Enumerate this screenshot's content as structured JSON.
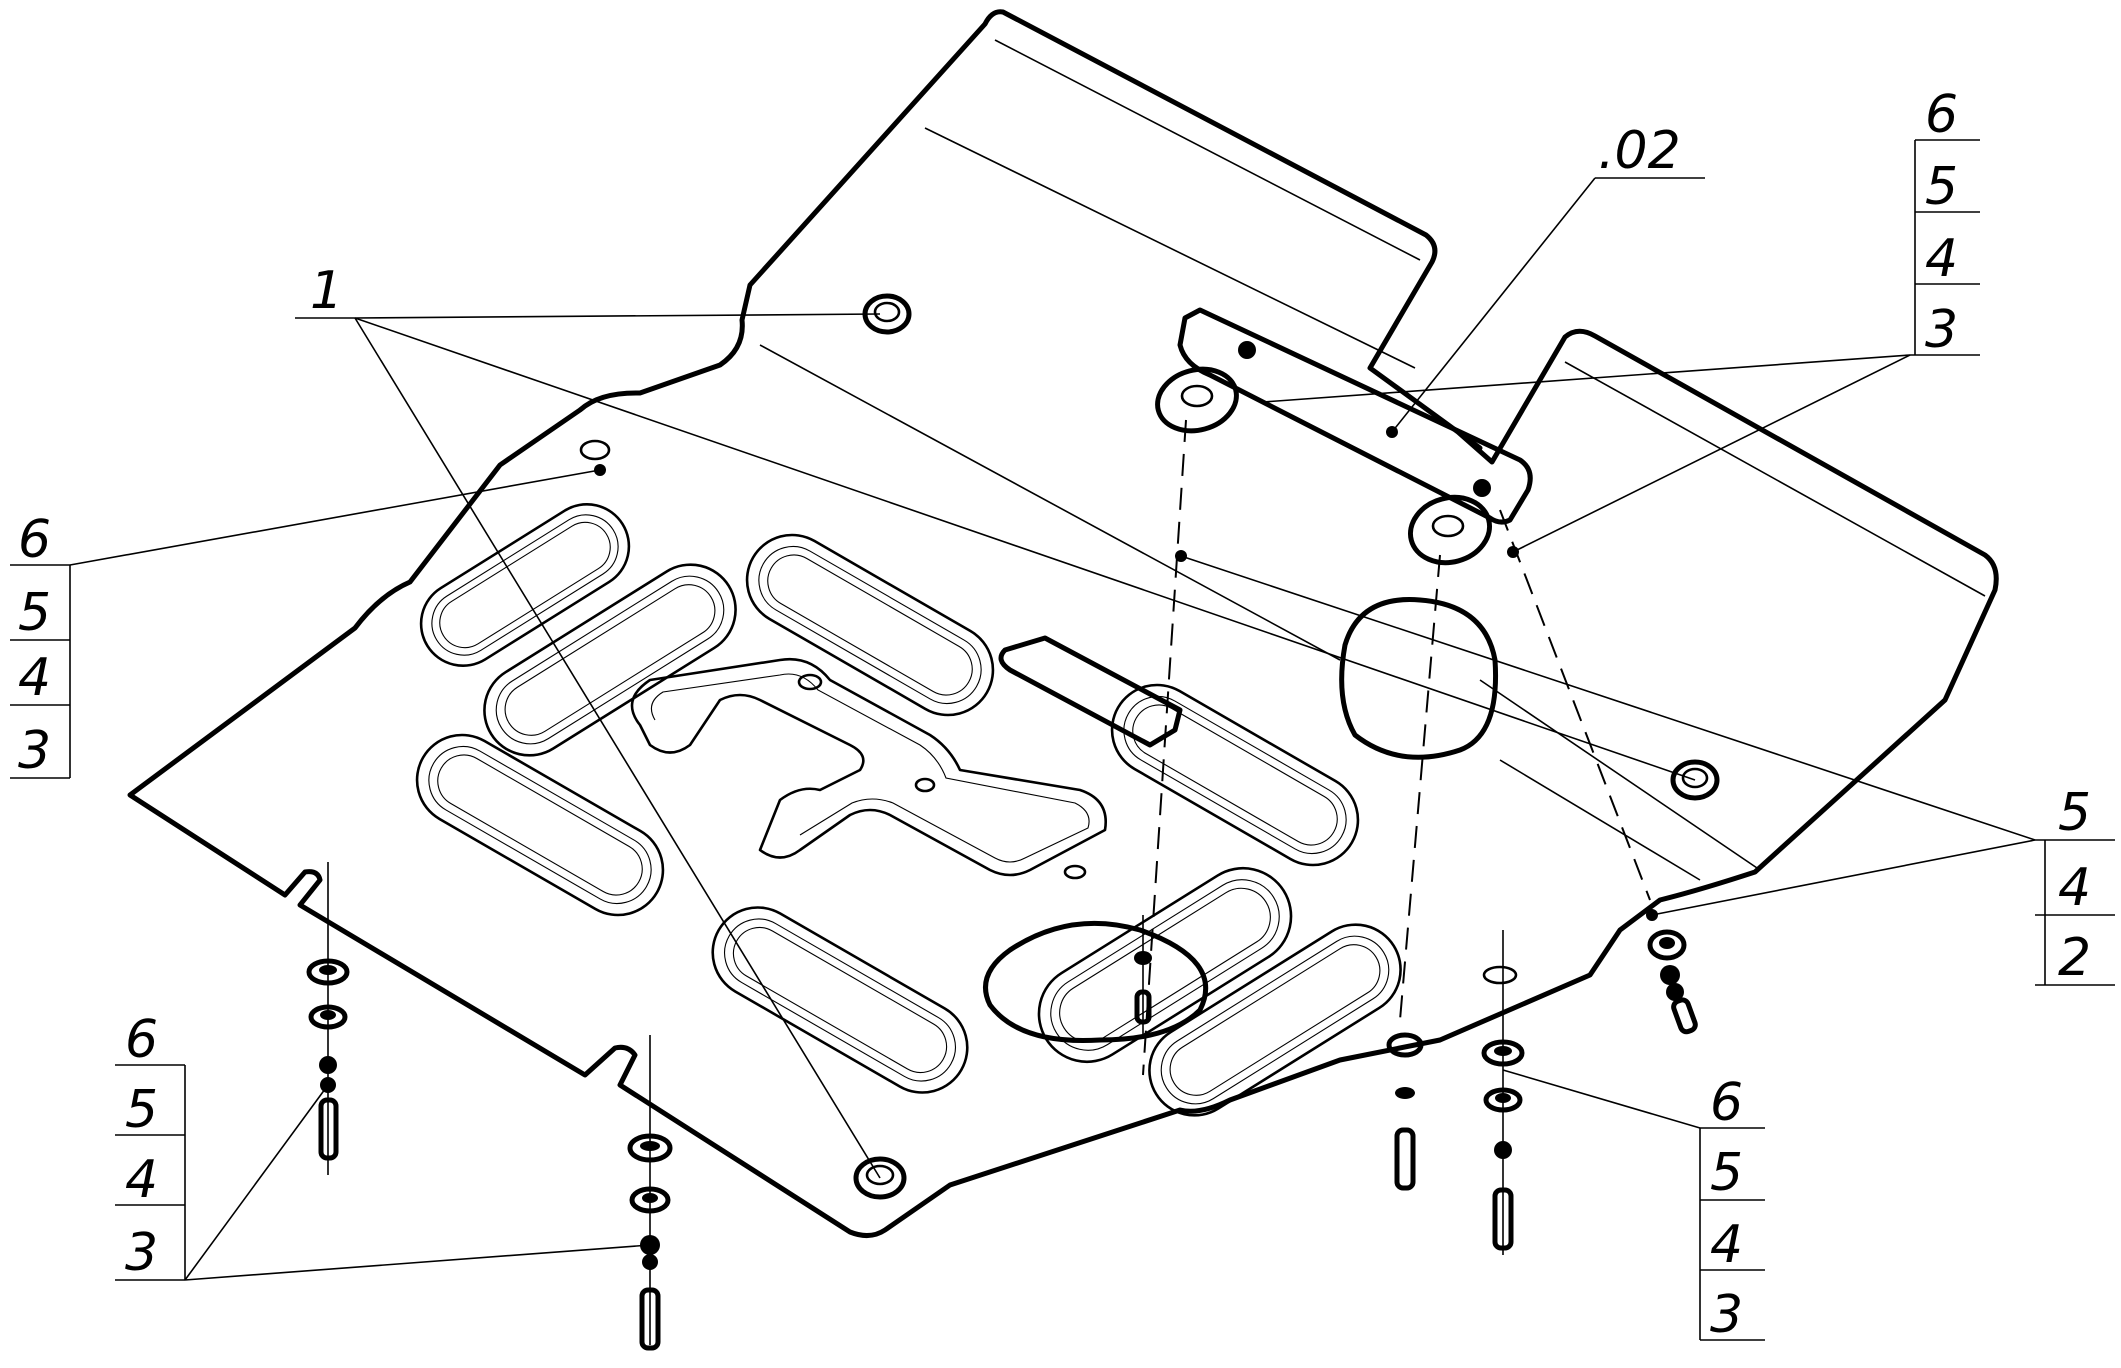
{
  "labels": {
    "part_1": "1",
    "part_02": ".02",
    "stack_top_right": [
      "6",
      "5",
      "4",
      "3"
    ],
    "stack_left": [
      "6",
      "5",
      "4",
      "3"
    ],
    "stack_right_mid": [
      "5",
      "4",
      "2"
    ],
    "stack_bottom_left": [
      "6",
      "5",
      "4",
      "3"
    ],
    "stack_bottom_right": [
      "6",
      "5",
      "4",
      "3"
    ]
  },
  "colors": {
    "line": "#000000",
    "background": "#ffffff"
  }
}
